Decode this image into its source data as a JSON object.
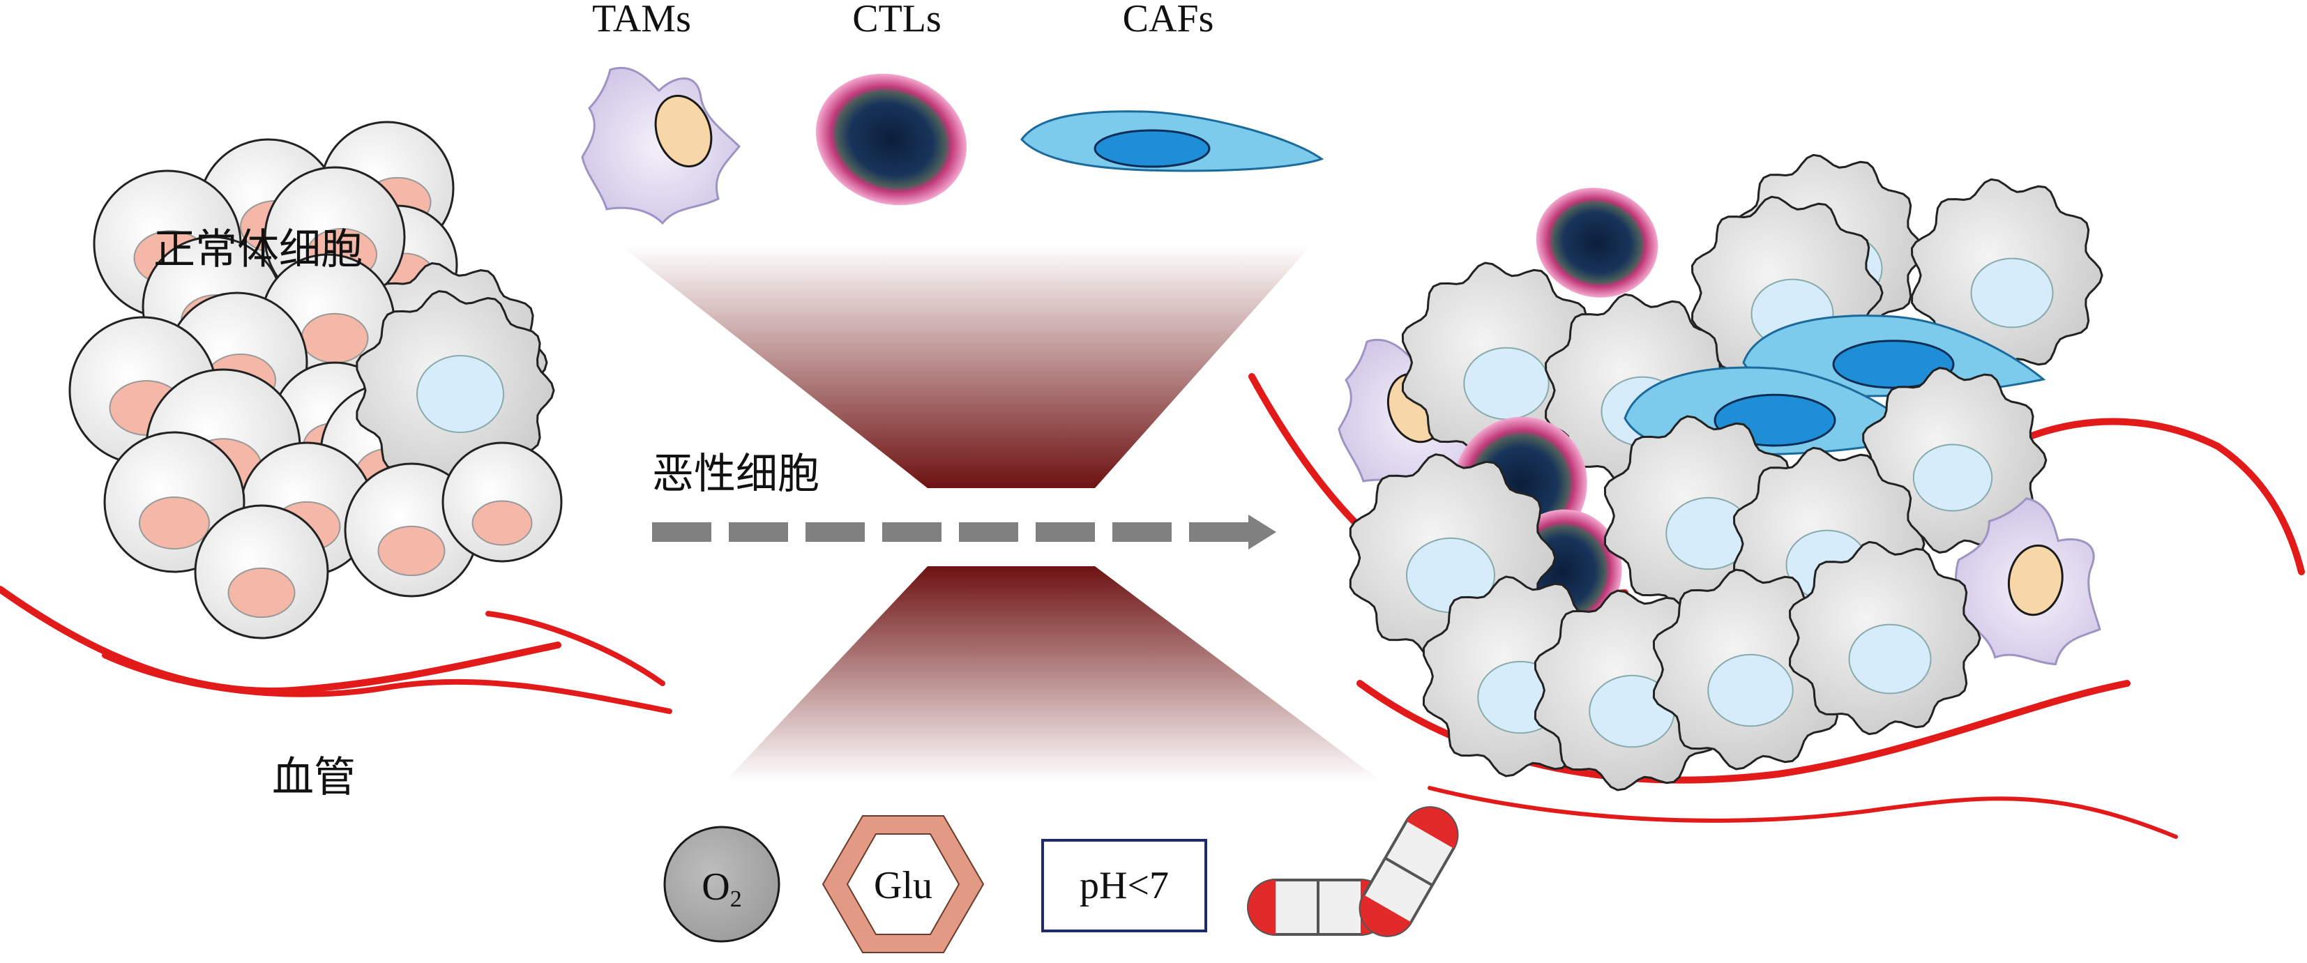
{
  "top_labels": {
    "tams": "TAMs",
    "ctls": "CTLs",
    "cafs": "CAFs"
  },
  "left_labels": {
    "normal_cells": "正常体细胞",
    "blood_vessel": "血管"
  },
  "center_label": "恶性细胞",
  "bottom_labels": {
    "o2": "O",
    "o2_sub": "2",
    "glu": "Glu",
    "ph": "pH<7"
  },
  "colors": {
    "vessel": "#e21a1a",
    "funnel_dark": "#7a1616",
    "arrow": "#808080",
    "tam_body": "#ddd6ee",
    "tam_nucleus": "#f7d7a8",
    "ctl_rim": "#e0559a",
    "ctl_core": "#0e2340",
    "caf_body": "#7ccaec",
    "caf_nucleus": "#1e8fd6",
    "normal_nucleus": "#f5b8a8",
    "tumor_body": "#dcdcdc",
    "tumor_nucleus": "#d6ecfa",
    "glu_hex": "#e39a84",
    "ph_border": "#1c2a6e",
    "o2_fill": "#a6a6a6"
  }
}
